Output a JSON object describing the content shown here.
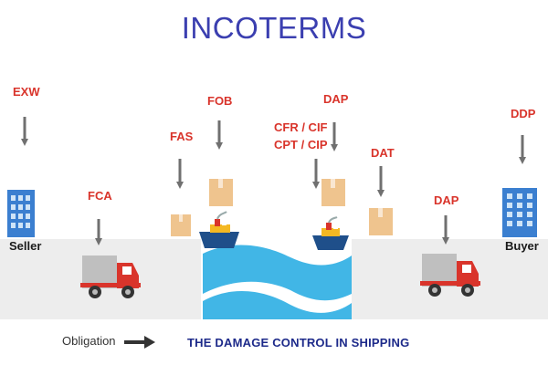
{
  "title": "INCOTERMS",
  "terms": {
    "exw": "EXW",
    "fca": "FCA",
    "fas": "FAS",
    "fob": "FOB",
    "cfr_cif": "CFR / CIF",
    "cpt_cip": "CPT / CIP",
    "dap_top": "DAP",
    "dat": "DAT",
    "dap_right": "DAP",
    "ddp": "DDP"
  },
  "places": {
    "seller": "Seller",
    "buyer": "Buyer"
  },
  "legend": {
    "label": "Obligation"
  },
  "caption": "THE DAMAGE CONTROL IN SHIPPING",
  "colors": {
    "title": "#3b3fb0",
    "term": "#d9342b",
    "arrow": "#707070",
    "ground": "#ededed",
    "water": "#41b6e6",
    "box": "#efc48e",
    "building": "#3b7fd0",
    "truck_cab": "#d9342b",
    "truck_cargo": "#bfbfbf",
    "ship_hull": "#1f4f8a",
    "ship_cabin": "#f4b823"
  }
}
